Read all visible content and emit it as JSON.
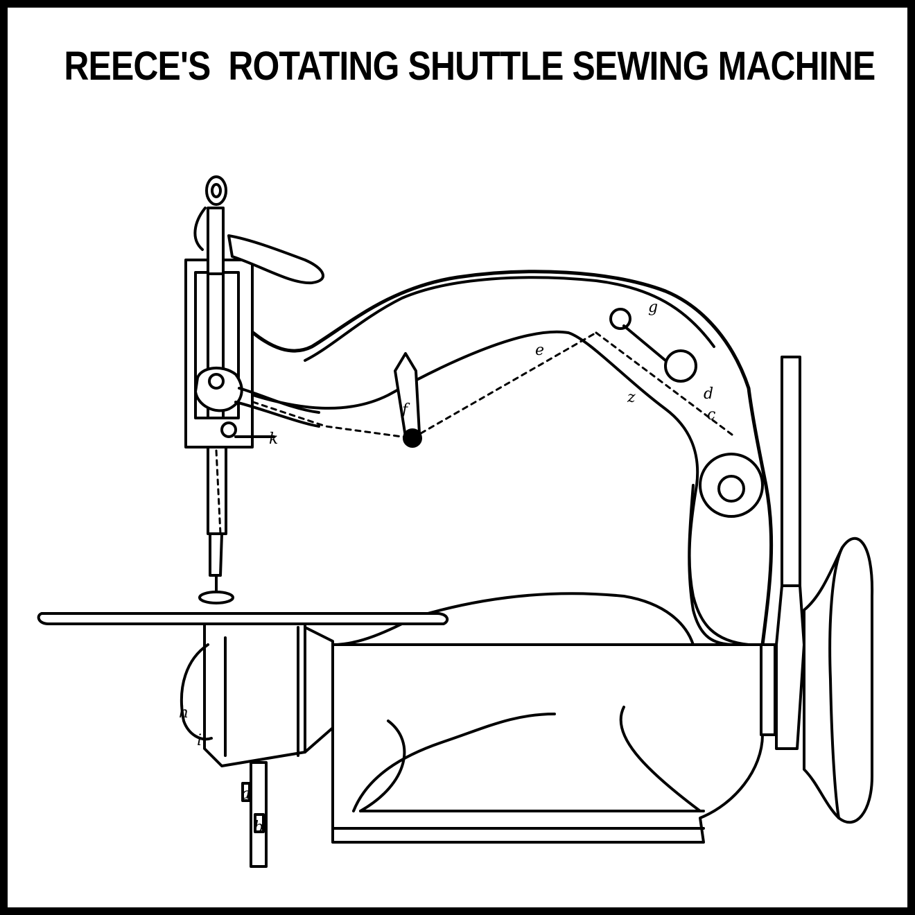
{
  "title": "REECE'S  ROTATING SHUTTLE SEWING MACHINE",
  "labels": {
    "k": "k",
    "a": "a",
    "b": "b",
    "c": "c",
    "d": "d",
    "e": "e",
    "f": "f",
    "g": "g",
    "h": "h",
    "i": "i",
    "z": "z"
  }
}
